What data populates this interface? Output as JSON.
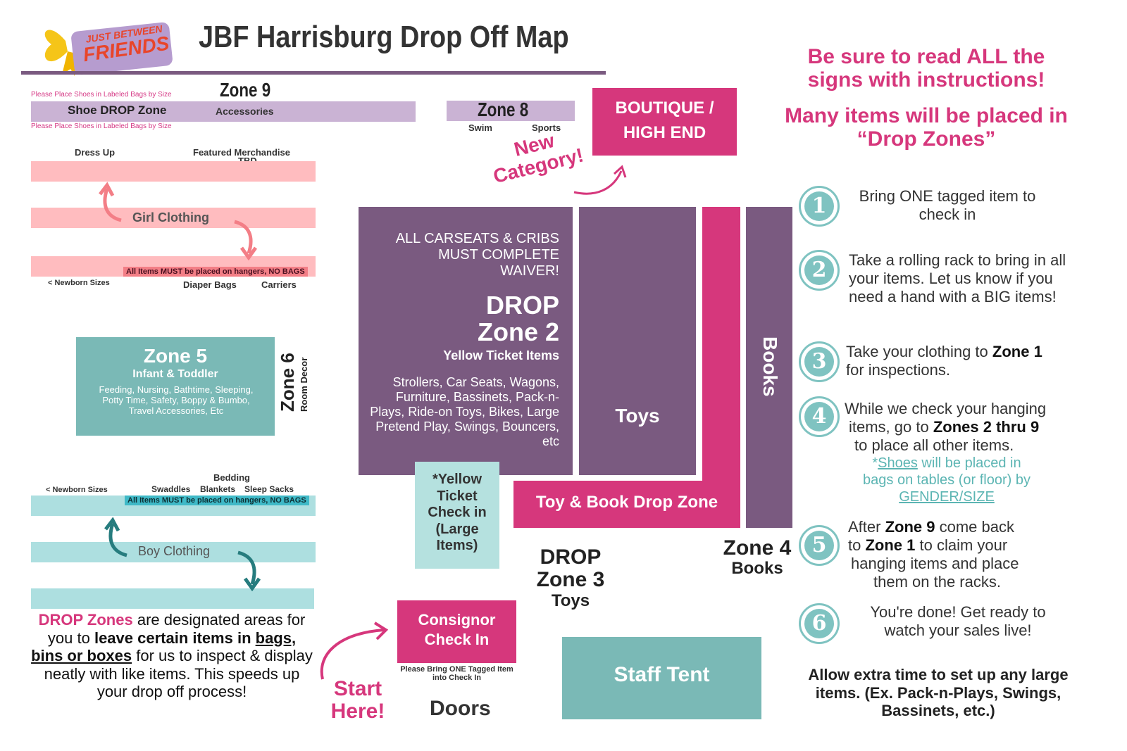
{
  "header": {
    "logo_line1": "JUST BETWEEN",
    "logo_line2": "FRIENDS",
    "title": "JBF Harrisburg Drop Off Map"
  },
  "zone9": {
    "title": "Zone 9",
    "shoe_note_top": "Please Place Shoes in Labeled Bags by Size",
    "shoe_drop": "Shoe DROP Zone",
    "accessories": "Accessories",
    "shoe_note_bottom": "Please Place Shoes in Labeled Bags by Size"
  },
  "zone8": {
    "title": "Zone  8",
    "swim": "Swim",
    "sports": "Sports"
  },
  "boutique": {
    "line1": "BOUTIQUE /",
    "line2": "HIGH END"
  },
  "new_category": {
    "line1": "New",
    "line2": "Category!"
  },
  "girl": {
    "dress_up": "Dress Up",
    "featured": "Featured Merchandise",
    "tbd": "TBD",
    "label": "Girl Clothing",
    "hangers_note": "All Items MUST be placed on hangers, NO BAGS",
    "newborn": "< Newborn Sizes",
    "diaper_bags": "Diaper Bags",
    "carriers": "Carriers"
  },
  "zone5": {
    "title": "Zone 5",
    "subtitle": "Infant & Toddler",
    "desc": "Feeding, Nursing, Bathtime, Sleeping, Potty Time, Safety, Boppy & Bumbo, Travel Accessories, Etc"
  },
  "zone6": {
    "title": "Zone 6",
    "sub": "Room Decor"
  },
  "boy": {
    "bedding": "Bedding",
    "newborn": "< Newborn Sizes",
    "swaddles": "Swaddles",
    "blankets": "Blankets",
    "sleep_sacks": "Sleep Sacks",
    "hangers_note": "All Items MUST be placed on hangers, NO BAGS",
    "label": "Boy Clothing"
  },
  "drop_note": {
    "p1": "DROP Zones",
    "p2": " are designated areas for you to ",
    "p3": "leave certain items in ",
    "p4": "bags, bins or boxes",
    "p5": " for us to inspect & display neatly with like items.  This speeds up your drop off process!"
  },
  "zone2": {
    "waiver": "ALL CARSEATS & CRIBS MUST COMPLETE WAIVER!",
    "drop": "DROP",
    "zone": "Zone 2",
    "yellow": "Yellow Ticket Items",
    "items": "Strollers, Car Seats, Wagons, Furniture, Bassinets, Pack-n-Plays, Ride-on Toys, Bikes, Large Pretend Play, Swings, Bouncers, etc"
  },
  "toys_box": "Toys",
  "books_box": "Books",
  "toy_book_drop": "Toy & Book Drop Zone",
  "yellow_checkin": "*Yellow Ticket Check in (Large Items)",
  "zone3": {
    "line1": "DROP",
    "line2": "Zone 3",
    "line3": "Toys"
  },
  "zone4": {
    "line1": "Zone 4",
    "line2": "Books"
  },
  "consignor": {
    "line1": "Consignor",
    "line2": "Check In",
    "note": "Please Bring ONE Tagged Item into Check In"
  },
  "start": {
    "line1": "Start",
    "line2": "Here!"
  },
  "doors": "Doors",
  "staff_tent": "Staff Tent",
  "right": {
    "headline1": "Be sure to read ALL the signs with instructions!",
    "headline2": "Many items will be placed in “Drop Zones”",
    "steps": [
      {
        "num": "1",
        "text": "Bring ONE tagged item to check in"
      },
      {
        "num": "2",
        "text": "Take a rolling rack to bring in all your items.  Let us know if you need a hand with a BIG items!"
      },
      {
        "num": "3",
        "text_a": "Take your clothing to ",
        "zone": "Zone 1",
        "text_b": "for inspections."
      },
      {
        "num": "4",
        "text_a": "While we check your hanging",
        "text_b": "items, go to ",
        "zones": "Zones 2  thru 9",
        "text_c": "to place all other items.",
        "shoe_a": "*",
        "shoe_link": "Shoes",
        "shoe_b": " will be placed in",
        "shoe_c": "bags on tables (or floor) by",
        "gender": "GENDER/SIZE"
      },
      {
        "num": "5",
        "text_a": "After ",
        "zone9": "Zone 9",
        "text_b": " come back",
        "text_c": "to ",
        "zone1": "Zone 1",
        "text_d": " to claim your",
        "text_e": "hanging items and place",
        "text_f": "them on the racks."
      },
      {
        "num": "6",
        "text": "You're done! Get ready to watch your sales live!"
      }
    ],
    "footer": "Allow extra time to set up any large items. (Ex. Pack-n-Plays, Swings, Bassinets, etc.)"
  },
  "colors": {
    "purple": "#7a5a80",
    "magenta": "#d6377c",
    "teal": "#7ab9b6",
    "pink": "#ffbcbf",
    "lightteal": "#addfe0",
    "lilac": "#cab3d4"
  }
}
